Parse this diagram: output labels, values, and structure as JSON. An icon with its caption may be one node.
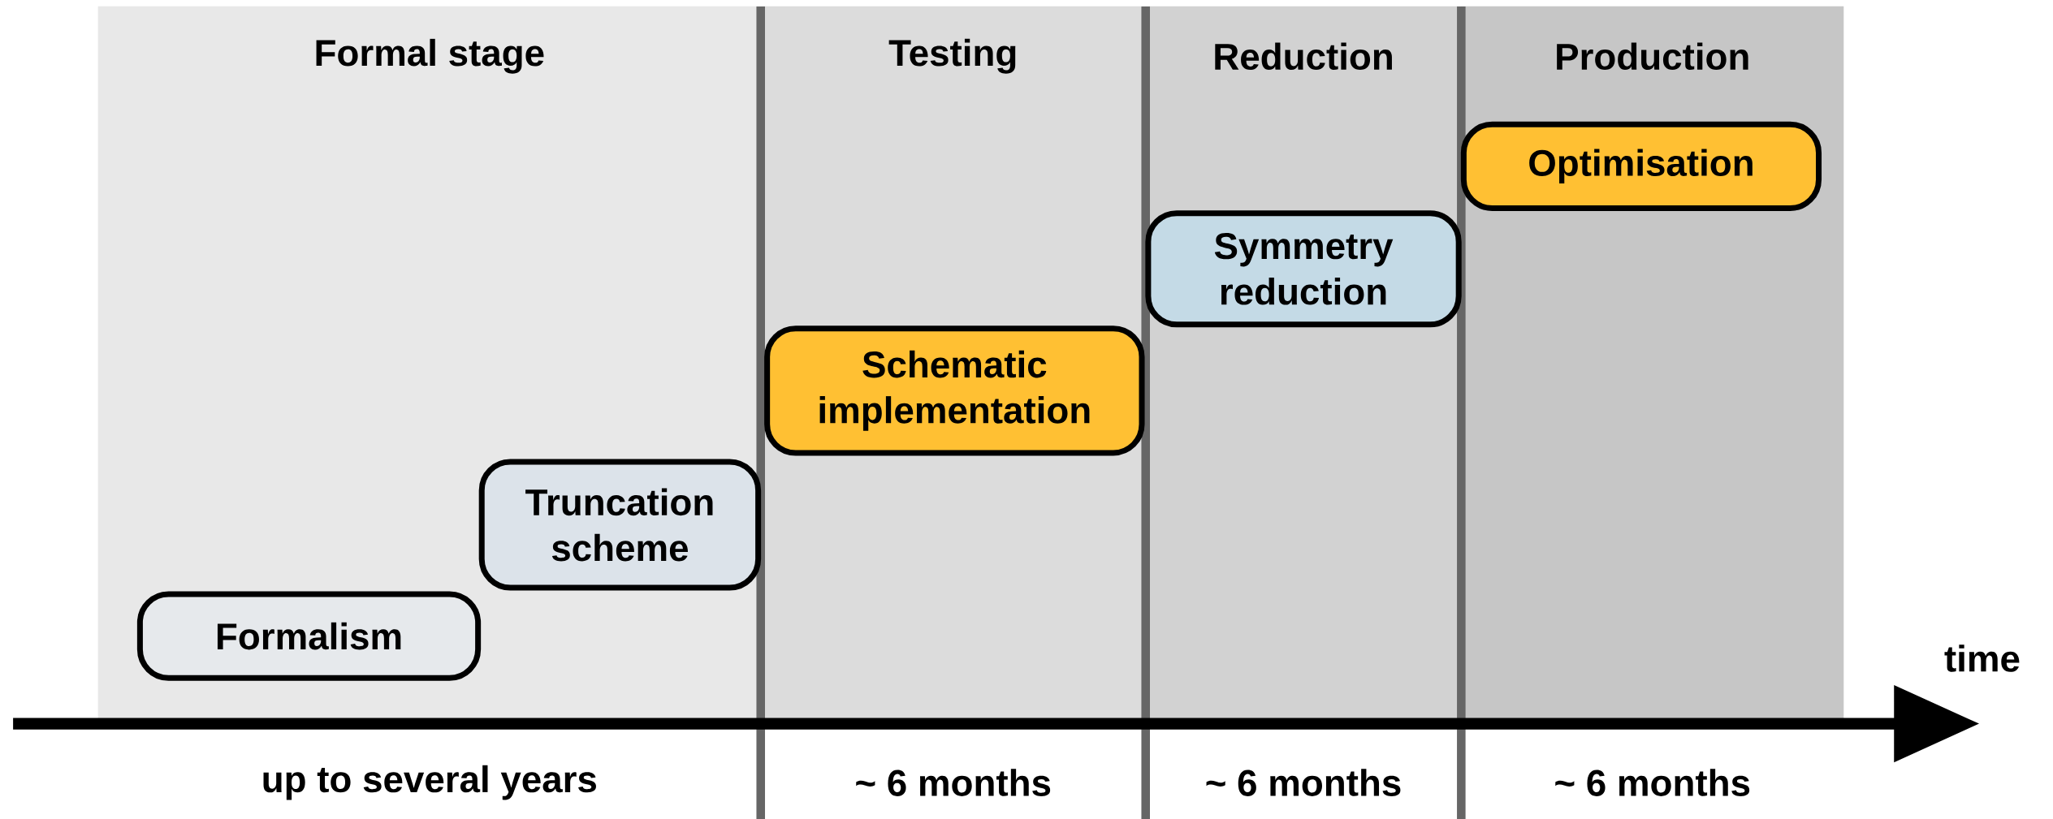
{
  "diagram": {
    "nodes": [
      {
        "text": [
          "Formal stage"
        ],
        "beside": [
          "up to several years"
        ]
      },
      {
        "text": [
          "Testing"
        ],
        "beside": [
          "~ 6 months"
        ]
      },
      {
        "text": [
          "Reduction"
        ],
        "beside": [
          "~ 6 months"
        ]
      },
      {
        "text": [
          "Production"
        ],
        "beside": [
          "~ 6 months"
        ]
      },
      {
        "text": [
          "Formalism"
        ],
        "in": 0
      },
      {
        "text": [
          "Truncation scheme"
        ],
        "in": 0
      },
      {
        "text": [
          "Schematic implementation"
        ],
        "in": 1
      },
      {
        "text": [
          "Symmetry reduction"
        ],
        "in": 2
      },
      {
        "text": [
          "Optimisation"
        ],
        "in": 3
      }
    ],
    "labels": [
      "time"
    ]
  }
}
